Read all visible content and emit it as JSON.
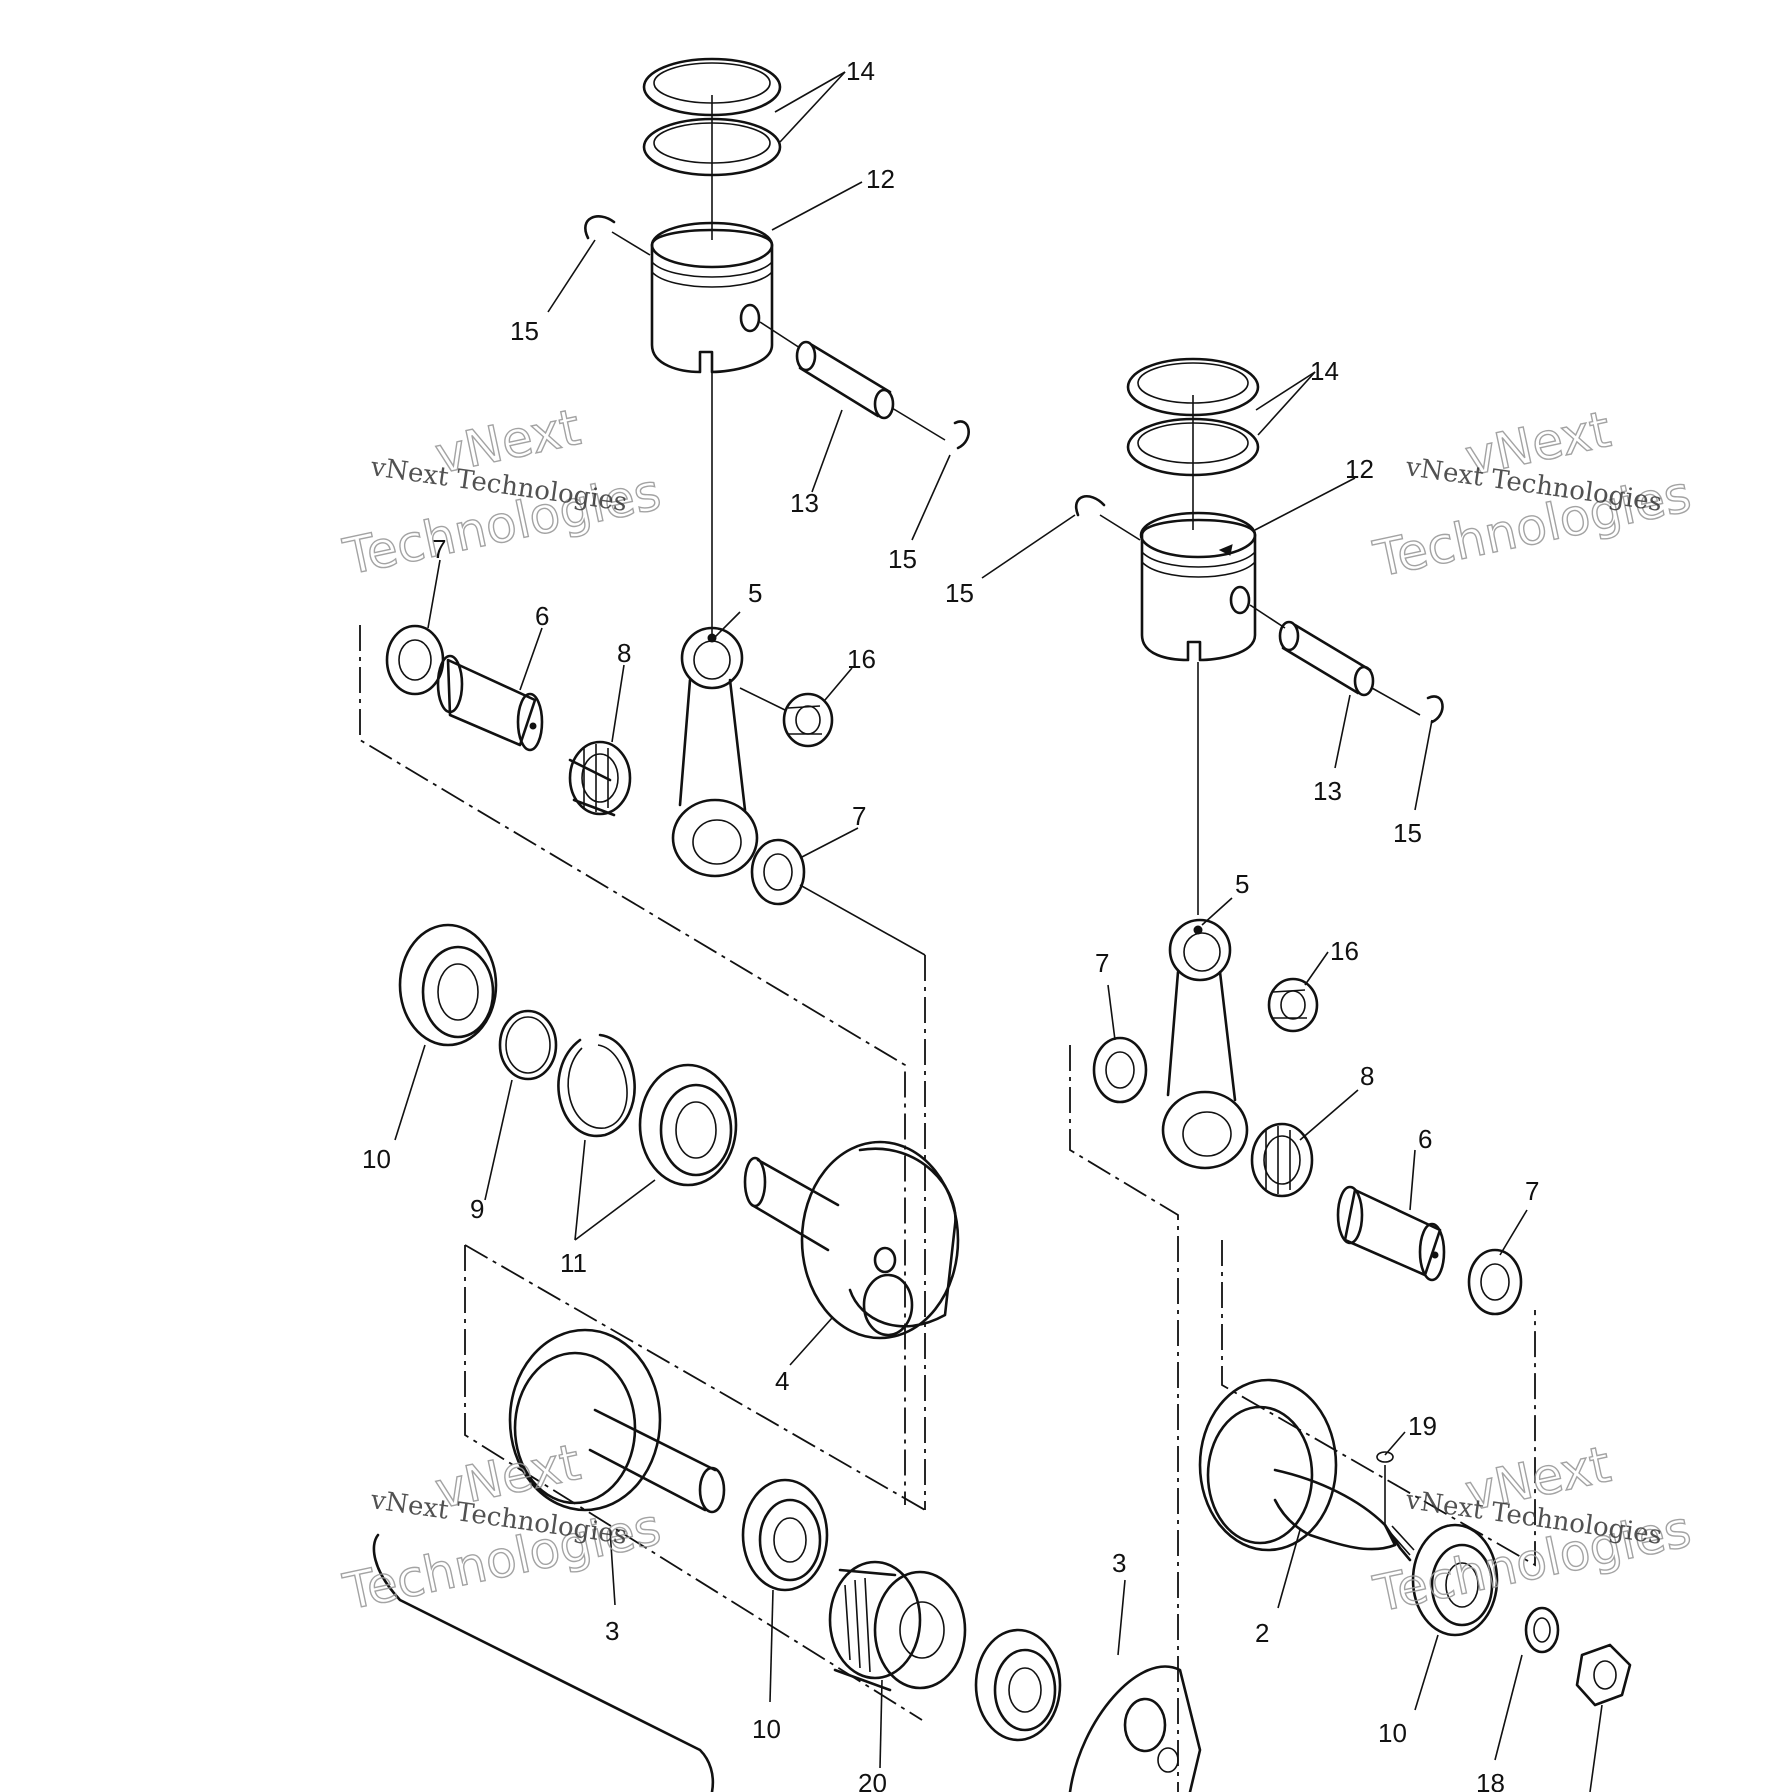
{
  "callouts": {
    "top_left": [
      "14",
      "12",
      "15",
      "13",
      "15",
      "7",
      "6",
      "8",
      "5",
      "16",
      "7"
    ],
    "top_right": [
      "14",
      "12",
      "15",
      "13",
      "15",
      "5",
      "16",
      "7",
      "8",
      "6",
      "7"
    ],
    "bottom_left": [
      "10",
      "9",
      "11",
      "4",
      "3",
      "10",
      "20"
    ],
    "bottom_right": [
      "3",
      "19",
      "2",
      "10",
      "18"
    ]
  },
  "watermarks": [
    {
      "line1": "vNext",
      "line2": "Technologies",
      "caption": "vNext Technologies"
    },
    {
      "line1": "vNext",
      "line2": "Technologies",
      "caption": "vNext Technologies"
    },
    {
      "line1": "vNext",
      "line2": "Technologies",
      "caption": "vNext Technologies"
    },
    {
      "line1": "vNext",
      "line2": "Technologies",
      "caption": "vNext Technologies"
    }
  ]
}
